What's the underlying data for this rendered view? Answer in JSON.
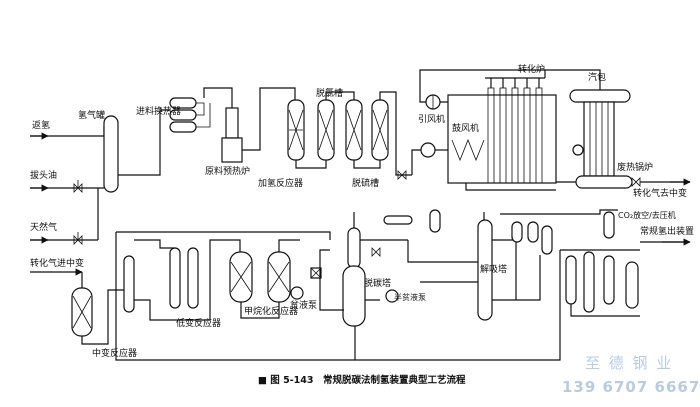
{
  "feeds": {
    "return_hydrogen": "返氢",
    "light_oil": "拔头油",
    "natural_gas": "天然气",
    "converted_gas_in": "转化气进中变"
  },
  "units": {
    "hydrogen_tank": "氢气罐",
    "feed_exchanger": "进料换热器",
    "preheat_furnace": "原料预热炉",
    "hydrogenation_reactor": "加氢反应器",
    "dechlorination_tank": "脱氯槽",
    "desulfurization_tank": "脱硫槽",
    "induced_fan": "引风机",
    "blower": "鼓风机",
    "reformer": "转化炉",
    "steam_drum": "汽包",
    "waste_heat_boiler": "废热锅炉",
    "converted_gas_out": "转化气去中变",
    "co2_vent": "CO₂放空/去压机",
    "hydrogen_out": "常规氢出装置",
    "medium_shift_reactor": "中变反应器",
    "low_shift_reactor": "低变反应器",
    "methanation_reactor": "甲烷化反应器",
    "lean_pump": "贫液泵",
    "decarb_tower": "脱碳塔",
    "semi_lean_pump": "半贫液泵",
    "regen_tower": "解吸塔"
  },
  "caption": "■ 图 5-143　常规脱碳法制氢装置典型工艺流程",
  "watermark": {
    "company": "至 德 钢 业",
    "phone": "139 6707 6667"
  }
}
